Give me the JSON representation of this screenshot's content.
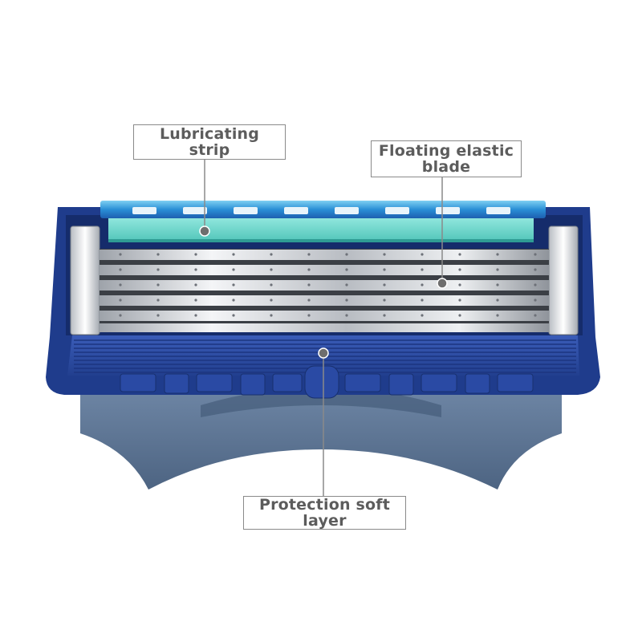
{
  "callouts": {
    "lubricating_strip": {
      "label": "Lubricating strip"
    },
    "floating_blade": {
      "label_line1": "Floating elastic",
      "label_line2": "blade"
    },
    "protection_layer": {
      "label": "Protection soft layer"
    }
  },
  "colors": {
    "cartridge_frame": "#1f3c8c",
    "frame_dark": "#152c6b",
    "lubricating_strip": "#5fd3c8",
    "blue_cap": "#2a8fd6",
    "blade_steel": "#c9ccd1",
    "guard_blue": "#2c4aa3",
    "back_plate": "#5b7290",
    "callout_line": "#8a8a8a"
  }
}
